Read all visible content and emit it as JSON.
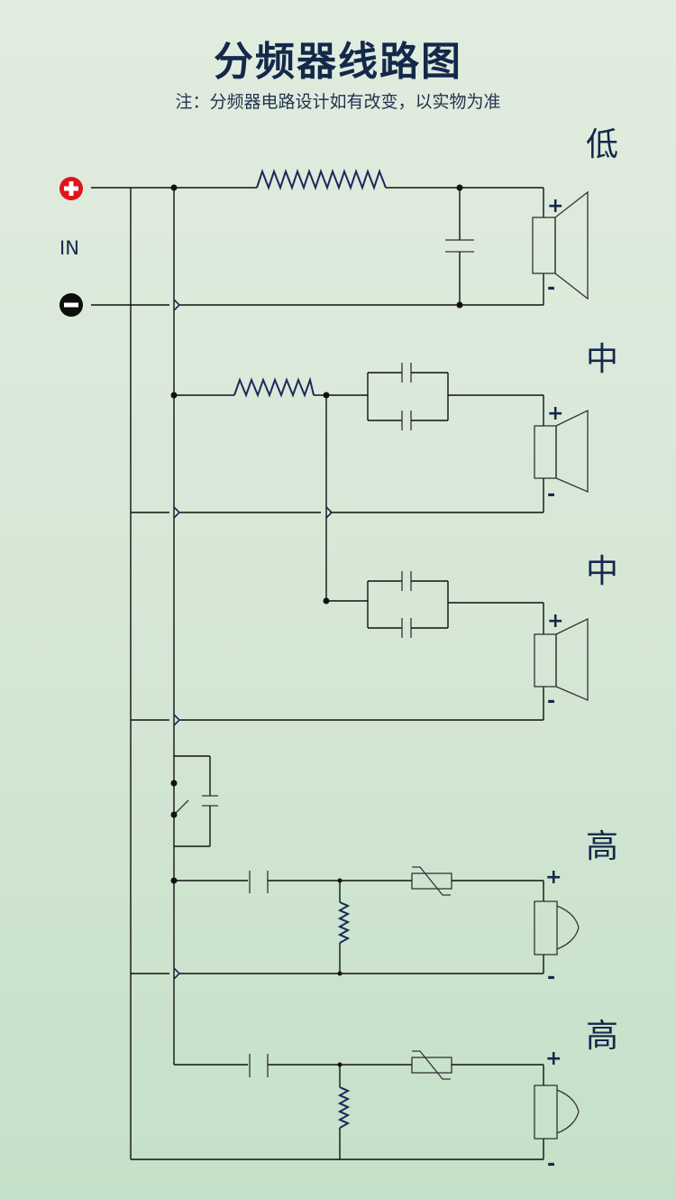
{
  "title": "分频器线路图",
  "subtitle": "注：分频器电路设计如有改变，以实物为准",
  "input": {
    "label": "IN",
    "positive_symbol": "+",
    "negative_symbol": "−"
  },
  "channels": [
    {
      "label": "低",
      "plus": "+",
      "minus": "-"
    },
    {
      "label": "中",
      "plus": "+",
      "minus": "-"
    },
    {
      "label": "中",
      "plus": "+",
      "minus": "-"
    },
    {
      "label": "高",
      "plus": "+",
      "minus": "-"
    },
    {
      "label": "高",
      "plus": "+",
      "minus": "-"
    }
  ],
  "colors": {
    "positive": "#e0141e",
    "title": "#14284b",
    "wire": "#111111"
  }
}
